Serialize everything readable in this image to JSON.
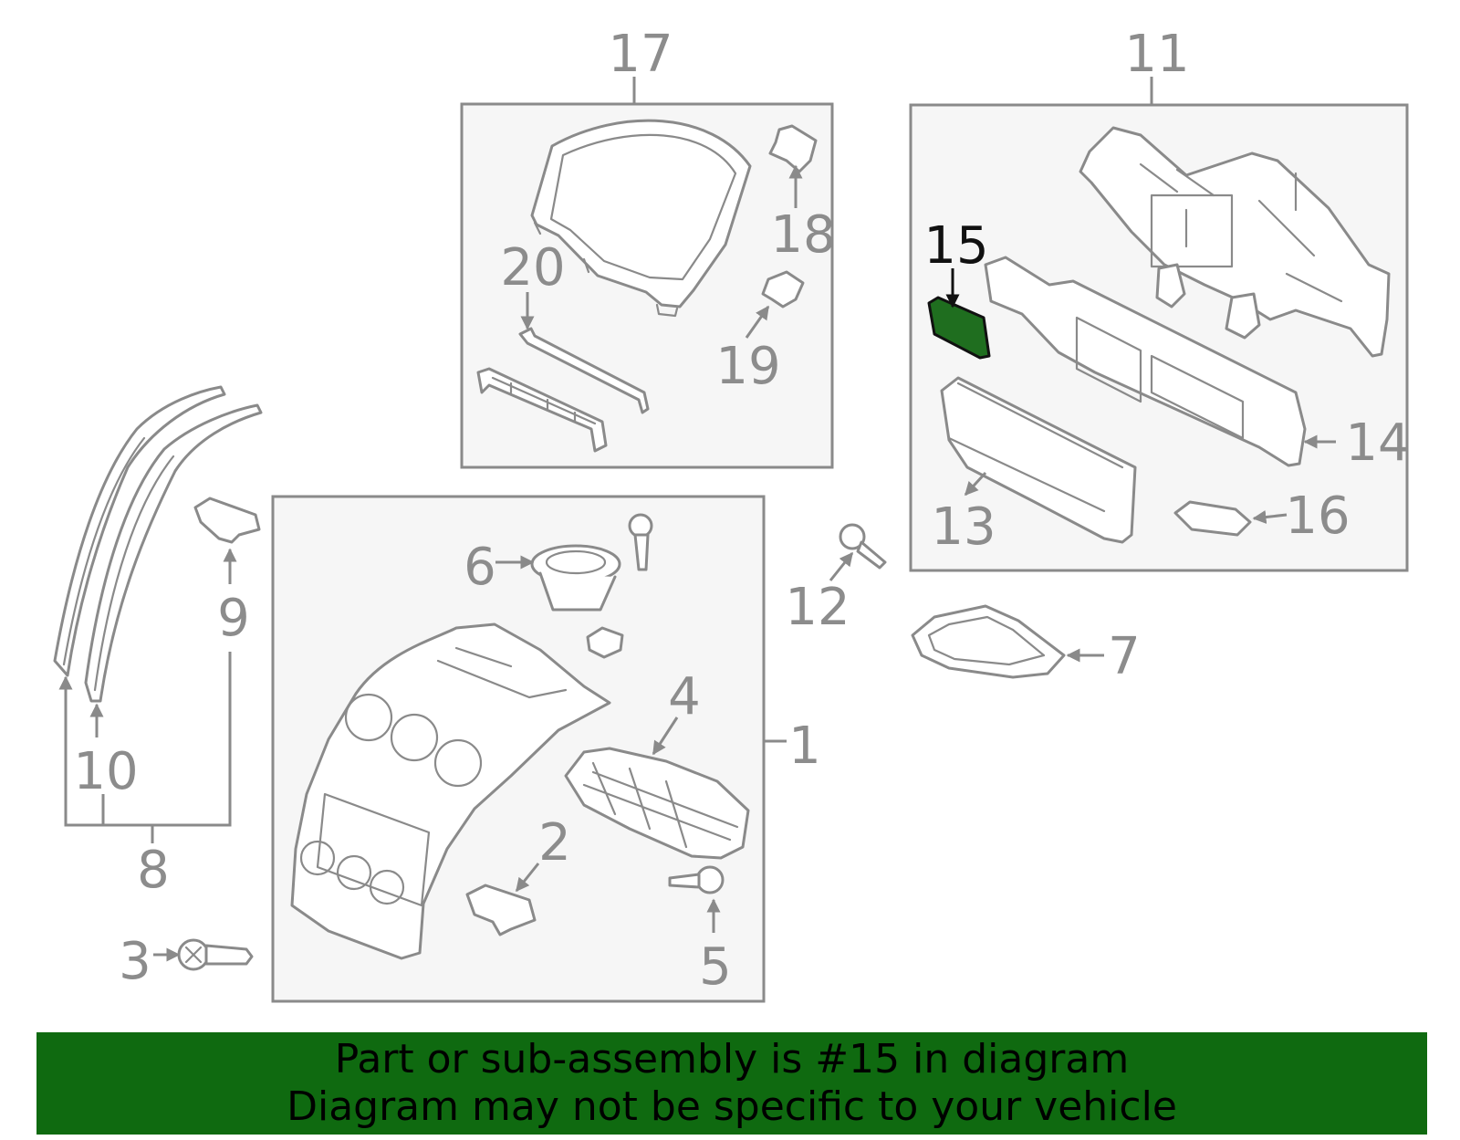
{
  "diagram": {
    "highlighted_part": "15",
    "highlight_color": "#1f6e1f",
    "callouts": [
      "1",
      "2",
      "3",
      "4",
      "5",
      "6",
      "7",
      "8",
      "9",
      "10",
      "11",
      "12",
      "13",
      "14",
      "15",
      "16",
      "17",
      "18",
      "19",
      "20"
    ]
  },
  "banner": {
    "line1": "Part or sub-assembly is #15 in diagram",
    "line2": "Diagram may not be specific to your vehicle",
    "background_color": "#0f6a10"
  }
}
